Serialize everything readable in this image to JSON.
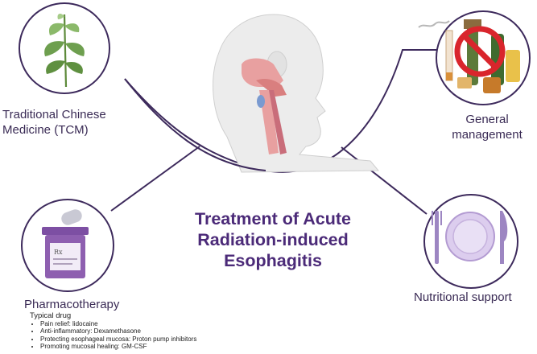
{
  "title_lines": [
    "Treatment of Acute",
    "Radiation-induced",
    "Esophagitis"
  ],
  "nodes": {
    "tcm": {
      "lines": [
        "Traditional Chinese",
        "Medicine (TCM)"
      ],
      "icon": "herb-plant-icon"
    },
    "general": {
      "lines": [
        "General",
        "management"
      ],
      "icon": "no-smoking-no-alcohol-icon"
    },
    "nutrition": {
      "lines": [
        "Nutritional support"
      ],
      "icon": "plate-fork-knife-icon"
    },
    "pharma": {
      "lines": [
        "Pharmacotherapy"
      ],
      "icon": "pill-bottle-icon",
      "typical_label": "Typical drug",
      "drugs": [
        "Pain relief: lidocaine",
        "Anti-inflammatory: Dexamethasone",
        " Protecting esophageal mucosa: Proton pump inhibitors",
        "Promoting mucosal healing: GM-CSF"
      ]
    }
  },
  "center_icon": "head-throat-anatomy-icon",
  "colors": {
    "circle_stroke": "#3d2a5c",
    "title": "#4b2a78",
    "bottle": "#8e5fb0",
    "plate": "#c6b2de",
    "tissue": "#e8a0a0"
  }
}
